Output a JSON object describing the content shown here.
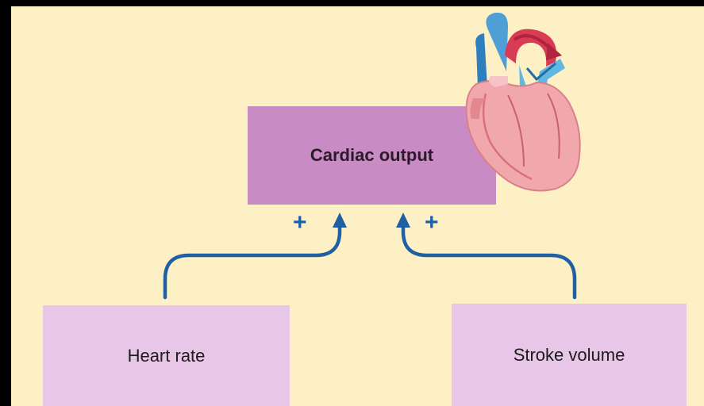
{
  "diagram": {
    "main_label": "Cardiac output",
    "left_label": "Heart rate",
    "right_label": "Stroke volume",
    "left_sign": "+",
    "right_sign": "+"
  },
  "colors": {
    "background": "#fdf0c4",
    "main_box": "#c98bc4",
    "input_box": "#e8c6e7",
    "arrow": "#1f5fa6"
  },
  "icons": {
    "illustration": "heart-icon"
  }
}
